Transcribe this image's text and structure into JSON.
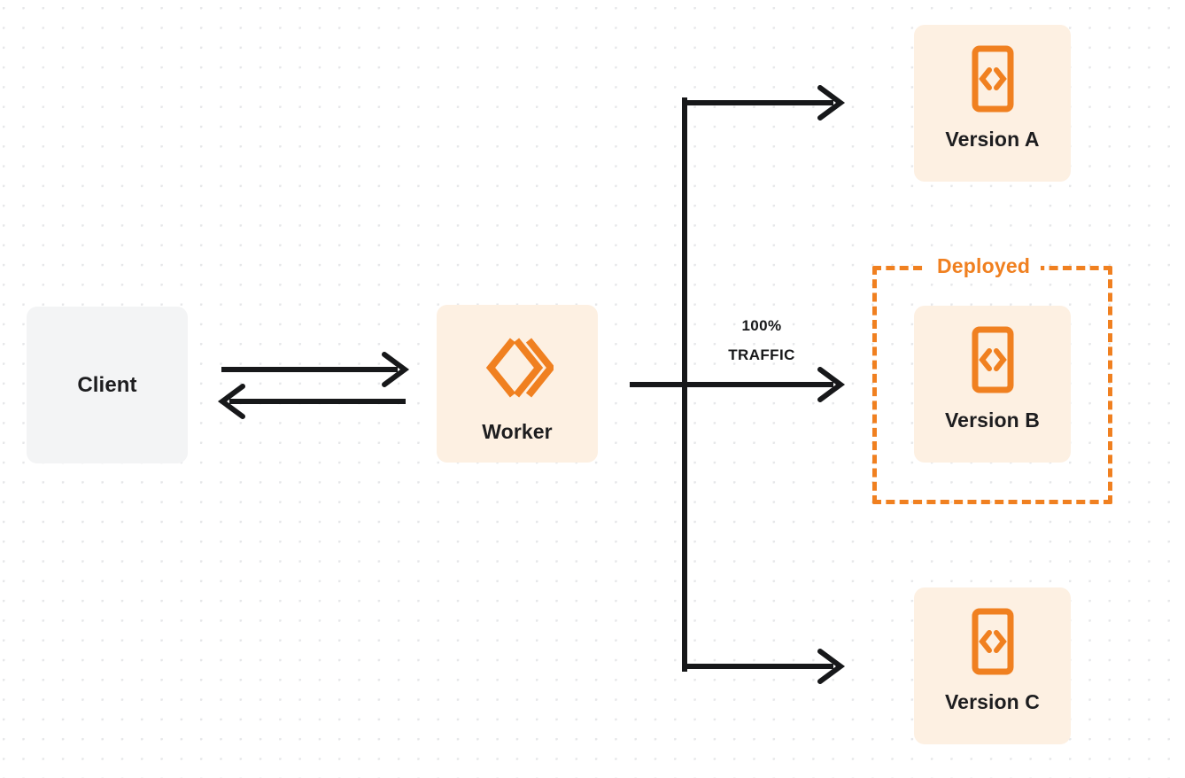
{
  "diagram": {
    "title": "Worker version traffic routing",
    "background": {
      "color": "#ffffff",
      "dot_color": "#e6e7e9",
      "dot_spacing": 22
    },
    "colors": {
      "orange": "#f08020",
      "orange_soft_bg": "#fdf0e2",
      "gray_bg": "#f3f4f5",
      "ink": "#1d1d1f",
      "arrow": "#17181a"
    },
    "nodes": {
      "client": {
        "label": "Client",
        "bg": "#f3f4f5"
      },
      "worker": {
        "label": "Worker",
        "icon": "cloudflare-workers-logo",
        "bg": "#fdf0e2"
      },
      "version_a": {
        "label": "Version A",
        "icon": "code-document-icon",
        "bg": "#fdf0e2"
      },
      "version_b": {
        "label": "Version B",
        "icon": "code-document-icon",
        "bg": "#fdf0e2"
      },
      "version_c": {
        "label": "Version C",
        "icon": "code-document-icon",
        "bg": "#fdf0e2"
      }
    },
    "deployed_group": {
      "label": "Deployed",
      "contains": "Version B",
      "border_style": "dashed",
      "border_color": "#f08020"
    },
    "traffic": {
      "percent": "100%",
      "unit": "TRAFFIC",
      "target": "Version B"
    },
    "connectors": [
      {
        "name": "client-to-worker",
        "from": "Client",
        "to": "Worker",
        "direction": "right"
      },
      {
        "name": "worker-to-client",
        "from": "Worker",
        "to": "Client",
        "direction": "left"
      },
      {
        "name": "worker-to-version-a",
        "from": "Worker",
        "to": "Version A",
        "direction": "right"
      },
      {
        "name": "worker-to-version-b",
        "from": "Worker",
        "to": "Version B",
        "direction": "right"
      },
      {
        "name": "worker-to-version-c",
        "from": "Worker",
        "to": "Version C",
        "direction": "right"
      }
    ]
  }
}
